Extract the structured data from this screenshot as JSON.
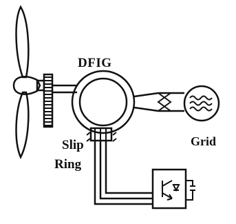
{
  "labels": {
    "generator": "DFIG",
    "grid": "Grid",
    "slip_ring_line1": "Slip",
    "slip_ring_line2": "Ring"
  },
  "colors": {
    "ink": "#111111",
    "background": "#ffffff"
  },
  "icons": [
    "wind-turbine-rotor",
    "gearbox",
    "grid-sine-symbol",
    "igbt-converter"
  ]
}
